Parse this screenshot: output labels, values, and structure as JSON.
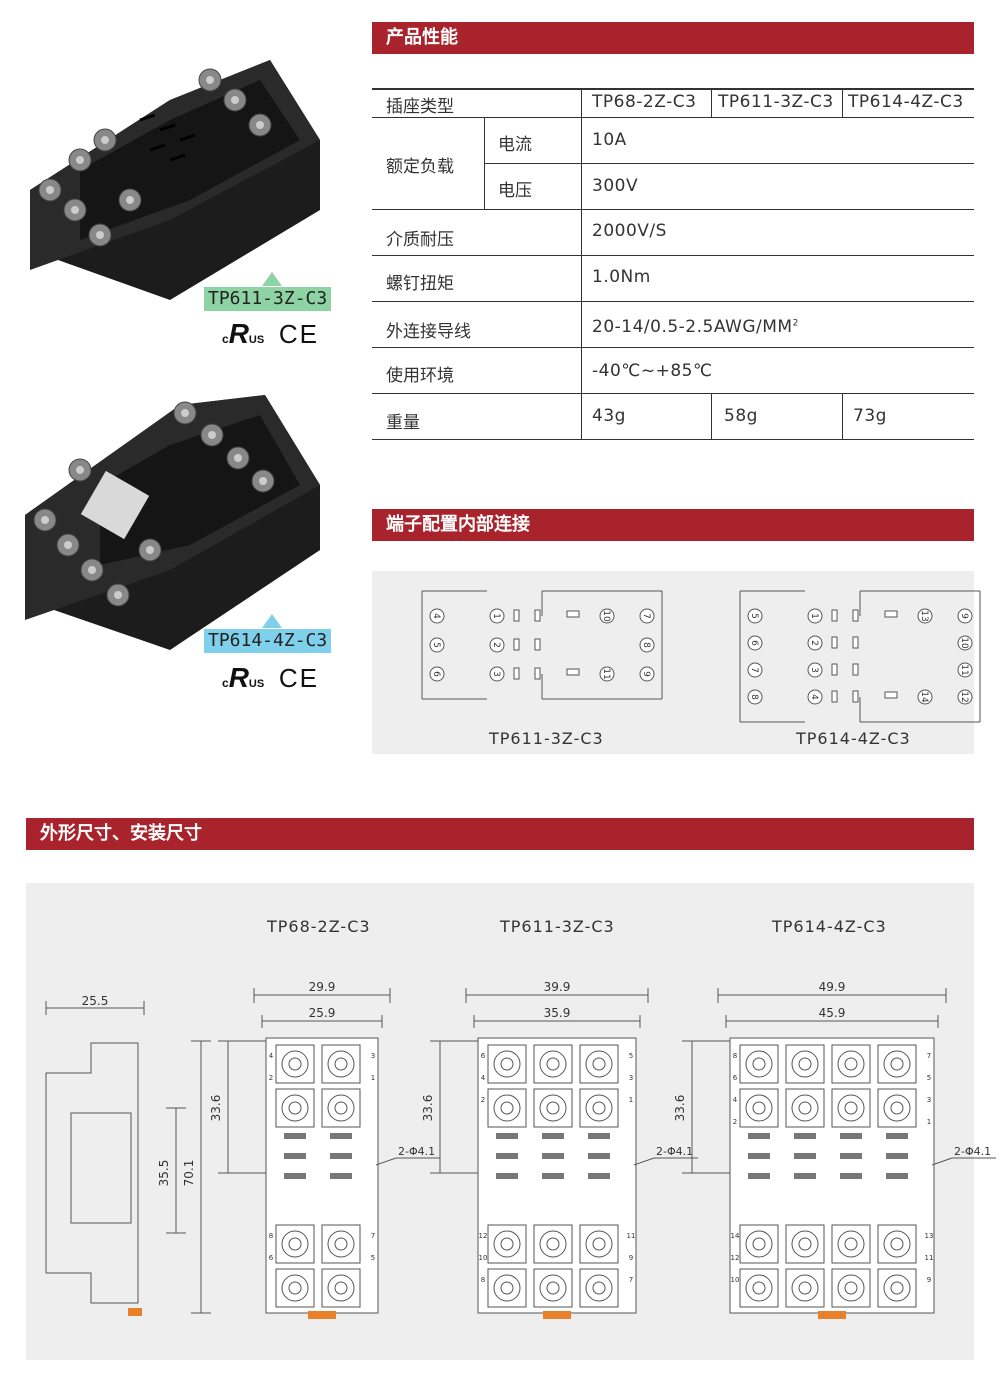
{
  "sections": {
    "performance": "产品性能",
    "terminal": "端子配置内部连接",
    "dimensions": "外形尺寸、安装尺寸"
  },
  "products": [
    {
      "model": "TP611-3Z-C3",
      "tag_color": "#8ed3a3",
      "cert_c": "c",
      "cert_ru": "R",
      "cert_us": "US",
      "cert_ce": "CE"
    },
    {
      "model": "TP614-4Z-C3",
      "tag_color": "#7fd0ea",
      "cert_c": "c",
      "cert_ru": "R",
      "cert_us": "US",
      "cert_ce": "CE"
    }
  ],
  "spec_table": {
    "header": {
      "label": "插座类型",
      "models": [
        "TP68-2Z-C3",
        "TP611-3Z-C3",
        "TP614-4Z-C3"
      ]
    },
    "rated_load": {
      "label": "额定负载",
      "current_label": "电流",
      "current_value": "10A",
      "voltage_label": "电压",
      "voltage_value": "300V"
    },
    "dielectric": {
      "label": "介质耐压",
      "value": "2000V/S"
    },
    "torque": {
      "label": "螺钉扭矩",
      "value": "1.0Nm"
    },
    "wire": {
      "label": "外连接导线",
      "value": "20-14/0.5-2.5AWG/MM",
      "sup": "2"
    },
    "env": {
      "label": "使用环境",
      "value": "-40℃~+85℃"
    },
    "weight": {
      "label": "重量",
      "values": [
        "43g",
        "58g",
        "73g"
      ]
    }
  },
  "terminal_diagrams": {
    "captions": [
      "TP611-3Z-C3",
      "TP614-4Z-C3"
    ],
    "tp611": {
      "left_col": [
        "4",
        "5",
        "6"
      ],
      "mid_col": [
        "1",
        "2",
        "3"
      ],
      "coil": [
        "10",
        "11"
      ],
      "right_col": [
        "7",
        "8",
        "9"
      ]
    },
    "tp614": {
      "left_col": [
        "5",
        "6",
        "7",
        "8"
      ],
      "mid_col": [
        "1",
        "2",
        "3",
        "4"
      ],
      "coil": [
        "13",
        "14"
      ],
      "right_col": [
        "9",
        "10",
        "11",
        "12"
      ]
    }
  },
  "dimension_drawings": {
    "titles": [
      "TP68-2Z-C3",
      "TP611-3Z-C3",
      "TP614-4Z-C3"
    ],
    "side": {
      "width": "25.5",
      "inner_height": "35.5",
      "total_height": "70.1"
    },
    "front": [
      {
        "outer_width": "29.9",
        "inner_width": "25.9",
        "hole_spacing": "33.6",
        "hole": "2-Φ4.1",
        "terminals_top": [
          "4",
          "3",
          "2",
          "1"
        ],
        "terminals_bottom": [
          "8",
          "7",
          "6",
          "5"
        ]
      },
      {
        "outer_width": "39.9",
        "inner_width": "35.9",
        "hole_spacing": "33.6",
        "hole": "2-Φ4.1",
        "terminals_top": [
          "6",
          "5",
          "4",
          "3",
          "2",
          "1"
        ],
        "terminals_bottom": [
          "12",
          "11",
          "10",
          "9",
          "8",
          "7"
        ]
      },
      {
        "outer_width": "49.9",
        "inner_width": "45.9",
        "hole_spacing": "33.6",
        "hole": "2-Φ4.1",
        "terminals_top": [
          "8",
          "7",
          "6",
          "5",
          "4",
          "3",
          "2",
          "1"
        ],
        "terminals_bottom": [
          "14",
          "13",
          "12",
          "11",
          "10",
          "9"
        ]
      }
    ]
  },
  "colors": {
    "brand_red": "#a8232b",
    "panel_grey": "#eeeeee",
    "line": "#333333"
  }
}
